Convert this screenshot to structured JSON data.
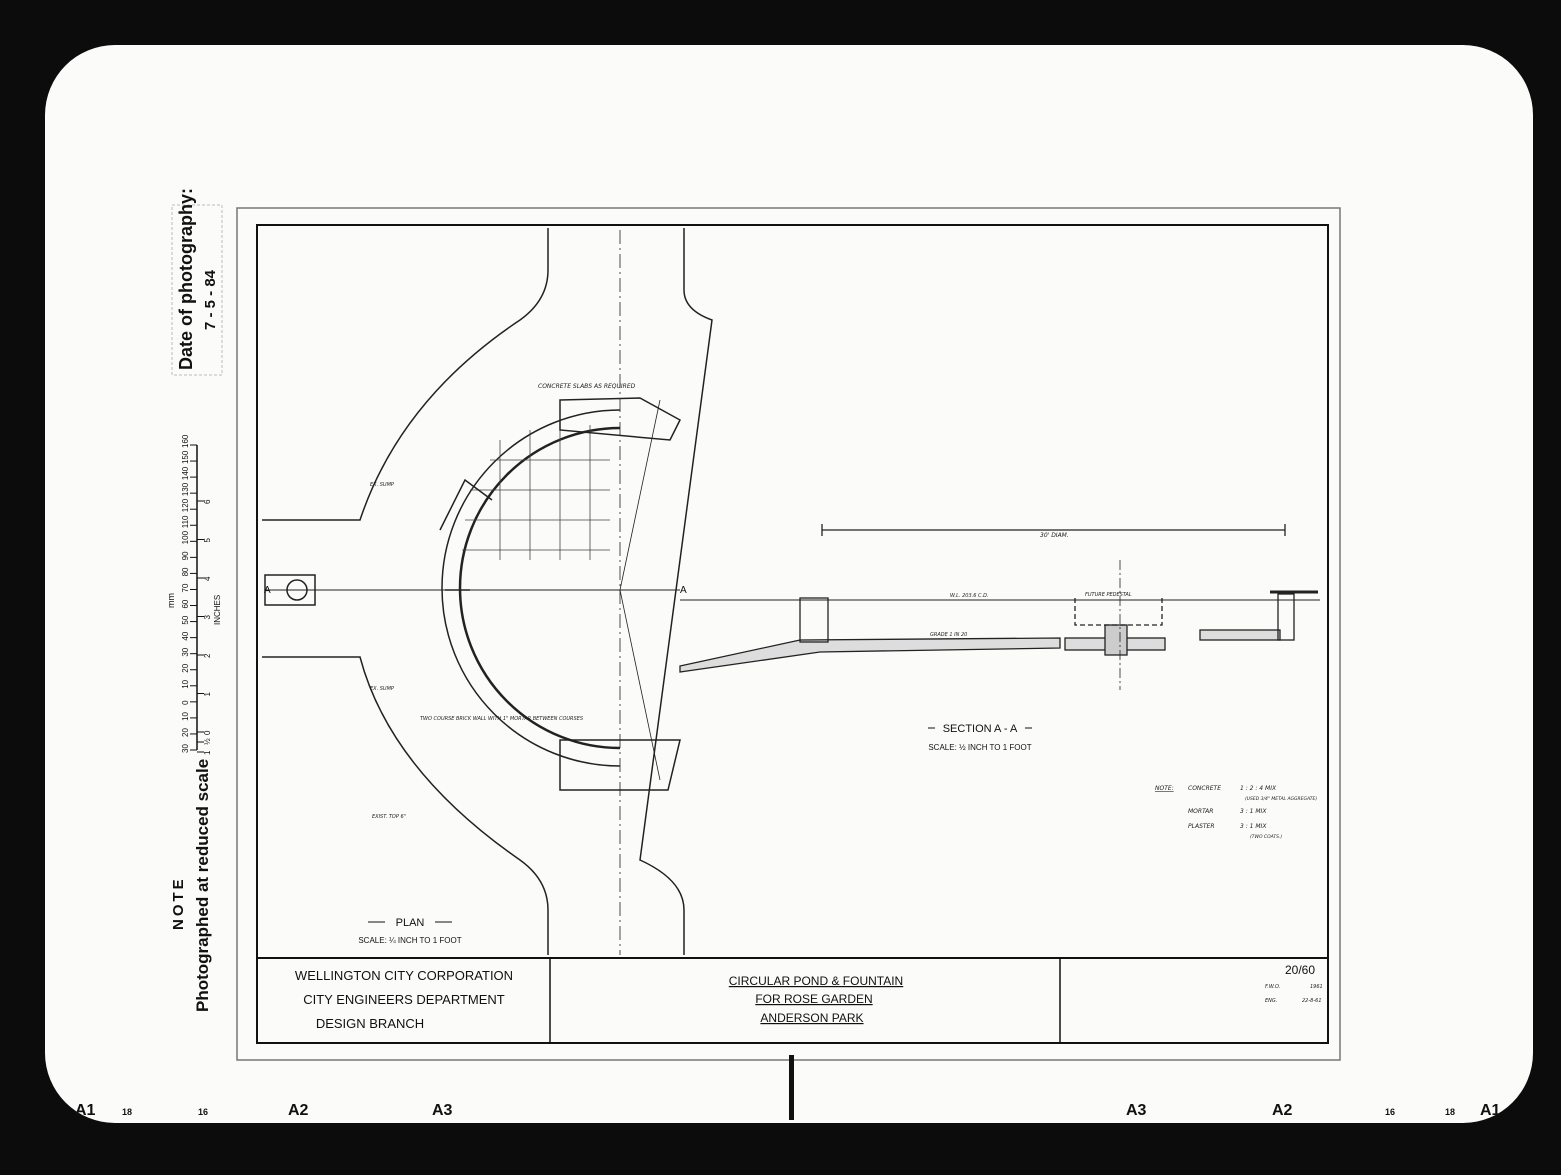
{
  "margin": {
    "date_label": "Date of photography:",
    "date_value": "7 - 5 - 84",
    "scale_unit_mm": "mm",
    "scale_unit_inches": "INCHES",
    "mm_ticks": [
      "30",
      "20",
      "10",
      "0",
      "10",
      "20",
      "30",
      "40",
      "50",
      "60",
      "70",
      "80",
      "90",
      "100",
      "110",
      "120",
      "130",
      "140",
      "150",
      "160"
    ],
    "inch_ticks": [
      "1",
      "½",
      "0",
      "1",
      "2",
      "3",
      "4",
      "5",
      "6"
    ],
    "note_title": "NOTE",
    "note_text": "Photographed at reduced scale",
    "bottom_marks": [
      "A1",
      "18",
      "16",
      "A2",
      "A3",
      "A3",
      "A2",
      "16",
      "18",
      "A1"
    ]
  },
  "plan": {
    "title": "PLAN",
    "scale": "SCALE: ¼ INCH TO 1 FOOT",
    "section_marker": "A",
    "labels": [
      "CONCRETE SLABS AS REQUIRED",
      "EX. SUMP",
      "EX. SUMP",
      "TWO COURSE BRICK WALL WITH 1\" MORTAR BETWEEN COURSES",
      "EXIST. TOP 6\""
    ]
  },
  "section": {
    "title": "SECTION A - A",
    "scale": "SCALE: ½ INCH TO 1 FOOT",
    "section_marker": "A",
    "diameter": "30' DIAM.",
    "labels": [
      "FUTURE PEDESTAL",
      "W.L. 203.6 C.D.",
      "GRADE 1 IN 20"
    ]
  },
  "notes": {
    "label": "NOTE:",
    "lines": [
      {
        "material": "CONCRETE",
        "mix": "1 : 2 : 4 MIX",
        "extra": "(USED 3/4\" METAL AGGREGATE)"
      },
      {
        "material": "MORTAR",
        "mix": "3 : 1 MIX",
        "extra": ""
      },
      {
        "material": "PLASTER",
        "mix": "3 : 1 MIX",
        "extra": "(TWO COATS.)"
      }
    ]
  },
  "title_block": {
    "org_line1": "WELLINGTON   CITY   CORPORATION",
    "org_line2": "CITY   ENGINEERS   DEPARTMENT",
    "org_line3": "DESIGN   BRANCH",
    "title_line1": "CIRCULAR   POND   &   FOUNTAIN",
    "title_line2": "FOR  ROSE  GARDEN",
    "title_line3": "ANDERSON  PARK",
    "drawing_number": "20/60",
    "row1_label": "F.W.O.",
    "row1_value": "1961",
    "row2_label": "ENG.",
    "row2_value": "22-8-61"
  }
}
